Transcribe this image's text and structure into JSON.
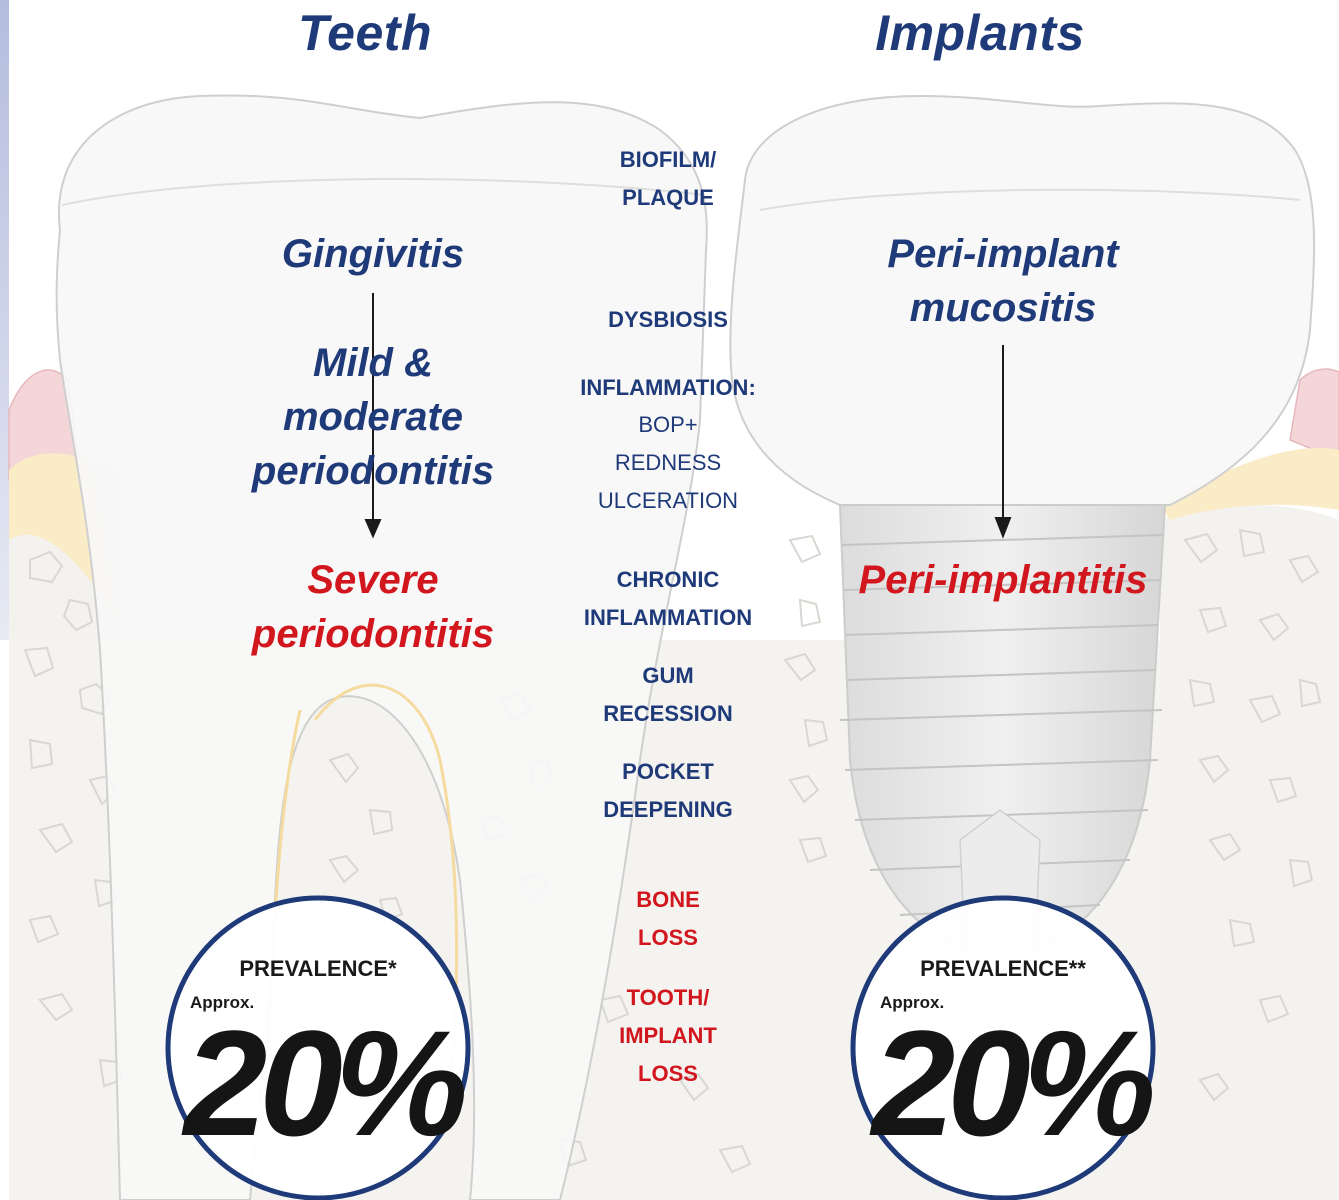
{
  "headings": {
    "left": "Teeth",
    "right": "Implants"
  },
  "teeth": {
    "gingivitis": "Gingivitis",
    "mild_moderate": [
      "Mild &",
      "moderate",
      "periodontitis"
    ],
    "severe": [
      "Severe",
      "periodontitis"
    ],
    "prevalence_label": "PREVALENCE*",
    "approx": "Approx.",
    "prevalence_value": "20%"
  },
  "implants": {
    "mucositis": [
      "Peri-implant",
      "mucositis"
    ],
    "peri_implantitis": "Peri-implantitis",
    "prevalence_label": "PREVALENCE**",
    "approx": "Approx.",
    "prevalence_value": "20%"
  },
  "middle": {
    "biofilm": [
      "BIOFILM/",
      "PLAQUE"
    ],
    "dysbiosis": "DYSBIOSIS",
    "inflammation": "INFLAMMATION:",
    "inflammation_signs": [
      "BOP+",
      "REDNESS",
      "ULCERATION"
    ],
    "chronic": [
      "CHRONIC",
      "INFLAMMATION"
    ],
    "gum": [
      "GUM",
      "RECESSION"
    ],
    "pocket": [
      "POCKET",
      "DEEPENING"
    ],
    "bone": [
      "BONE",
      "LOSS"
    ],
    "loss": [
      "TOOTH/",
      "IMPLANT",
      "LOSS"
    ]
  },
  "colors": {
    "navy": "#1f3a78",
    "red": "#d2161e",
    "gum_pink": "#f4d6d8",
    "bone_yellow": "#fbecc8",
    "circle_border": "#1f3a78"
  }
}
